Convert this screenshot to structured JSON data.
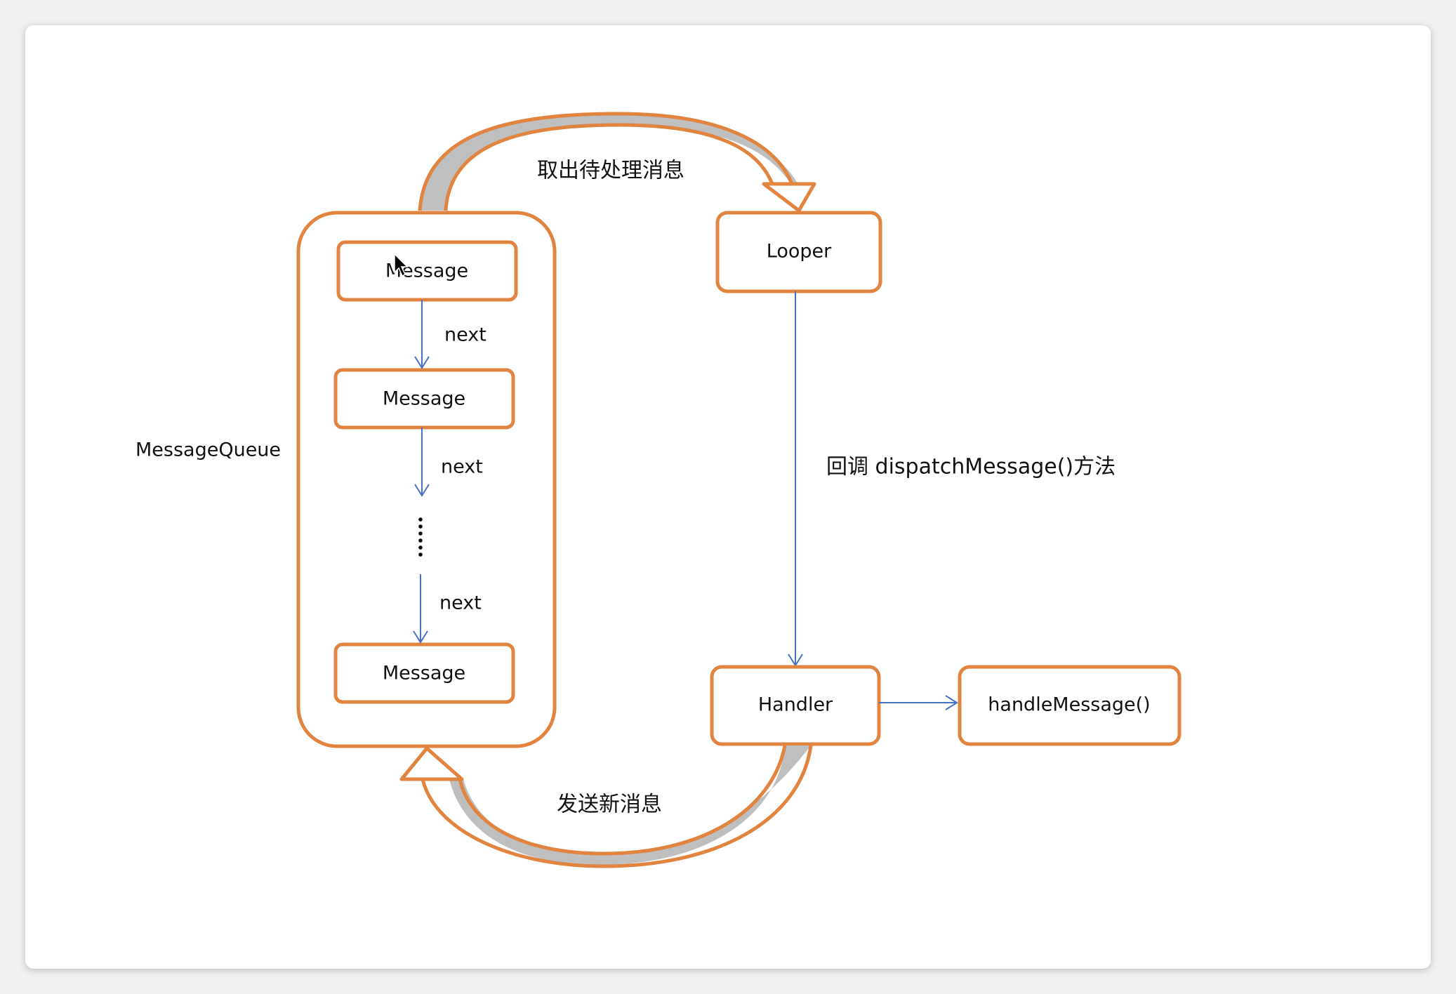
{
  "diagram": {
    "message_queue_label": "MessageQueue",
    "messages": [
      {
        "label": "Message"
      },
      {
        "label": "Message"
      },
      {
        "label": "Message"
      }
    ],
    "next_labels": [
      "next",
      "next",
      "next"
    ],
    "ellipsis": "⋮",
    "looper_label": "Looper",
    "handler_label": "Handler",
    "handle_message_label": "handleMessage()",
    "fetch_label": "取出待处理消息",
    "callback_label": "回调 dispatchMessage()方法",
    "send_label": "发送新消息",
    "colors": {
      "box_border": "#e0843f",
      "arrow_line": "#4472c4",
      "arrow_shadow": "#bfbfbf"
    }
  }
}
